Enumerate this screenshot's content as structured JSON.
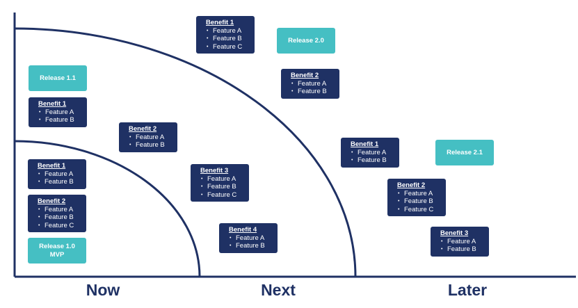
{
  "horizons": {
    "now": "Now",
    "next": "Next",
    "later": "Later"
  },
  "colors": {
    "navy": "#1f3164",
    "teal": "#45bfc3",
    "line": "#1f3164"
  },
  "now": {
    "release_1_1": "Release 1.1",
    "release_1_0": {
      "line1": "Release 1.0",
      "line2": "MVP"
    },
    "outer_benefit_1": {
      "title": "Benefit 1",
      "features": [
        "Feature A",
        "Feature B"
      ]
    },
    "benefit_1": {
      "title": "Benefit 1",
      "features": [
        "Feature A",
        "Feature B"
      ]
    },
    "benefit_2": {
      "title": "Benefit 2",
      "features": [
        "Feature A",
        "Feature B",
        "Feature C"
      ]
    },
    "mid_benefit_2": {
      "title": "Benefit 2",
      "features": [
        "Feature A",
        "Feature B"
      ]
    }
  },
  "next": {
    "top_benefit_1": {
      "title": "Benefit 1",
      "features": [
        "Feature A",
        "Feature B",
        "Feature C"
      ]
    },
    "release_2_0": "Release 2.0",
    "benefit_2": {
      "title": "Benefit 2",
      "features": [
        "Feature A",
        "Feature B"
      ]
    },
    "benefit_3": {
      "title": "Benefit 3",
      "features": [
        "Feature A",
        "Feature B",
        "Feature C"
      ]
    },
    "benefit_4": {
      "title": "Benefit 4",
      "features": [
        "Feature A",
        "Feature B"
      ]
    }
  },
  "later": {
    "benefit_1": {
      "title": "Benefit 1",
      "features": [
        "Feature A",
        "Feature B"
      ]
    },
    "release_2_1": "Release 2.1",
    "benefit_2": {
      "title": "Benefit 2",
      "features": [
        "Feature A",
        "Feature B",
        "Feature C"
      ]
    },
    "benefit_3": {
      "title": "Benefit 3",
      "features": [
        "Feature A",
        "Feature B"
      ]
    }
  }
}
